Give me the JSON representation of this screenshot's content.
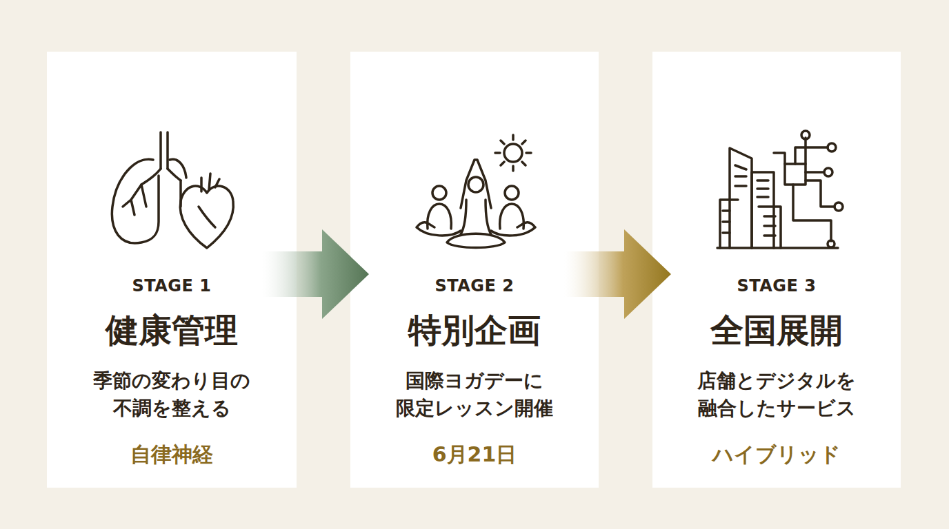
{
  "diagram": {
    "nodes": [
      {
        "text": [
          "STAGE 1",
          "健康管理",
          "季節の変わり目の 不調を整える",
          "自律神経"
        ]
      },
      {
        "text": [
          "STAGE 2",
          "特別企画",
          "国際ヨガデーに 限定レッスン開催",
          "6月21日"
        ]
      },
      {
        "text": [
          "STAGE 3",
          "全国展開",
          "店舗とデジタルを 融合したサービス",
          "ハイブリッド"
        ]
      }
    ],
    "edges": [
      {
        "from": 0,
        "to": 1,
        "arrow": "to"
      },
      {
        "from": 1,
        "to": 2,
        "arrow": "to"
      }
    ]
  }
}
